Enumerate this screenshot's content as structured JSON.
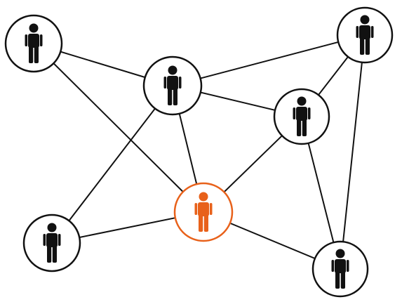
{
  "colors": {
    "background": "#ffffff",
    "edge": "#111111",
    "person_default": "#111111",
    "person_highlight": "#e8611a"
  },
  "icon": "person-icon",
  "nodes": [
    {
      "id": "n1",
      "highlighted": false
    },
    {
      "id": "n2",
      "highlighted": false
    },
    {
      "id": "n3",
      "highlighted": false
    },
    {
      "id": "n4",
      "highlighted": false
    },
    {
      "id": "n5",
      "highlighted": true
    },
    {
      "id": "n6",
      "highlighted": false
    },
    {
      "id": "n7",
      "highlighted": false
    }
  ],
  "edges": [
    [
      "n1",
      "n2"
    ],
    [
      "n1",
      "n5"
    ],
    [
      "n2",
      "n4"
    ],
    [
      "n2",
      "n3"
    ],
    [
      "n2",
      "n5"
    ],
    [
      "n2",
      "n6"
    ],
    [
      "n3",
      "n4"
    ],
    [
      "n3",
      "n5"
    ],
    [
      "n3",
      "n7"
    ],
    [
      "n4",
      "n7"
    ],
    [
      "n5",
      "n6"
    ],
    [
      "n5",
      "n7"
    ]
  ]
}
